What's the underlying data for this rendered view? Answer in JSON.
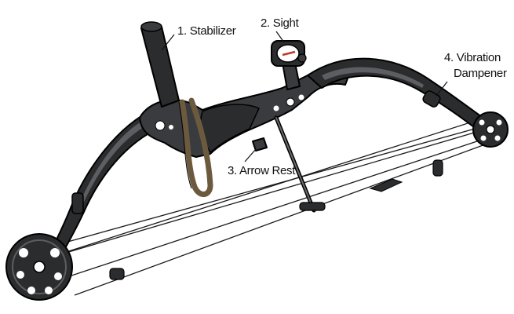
{
  "labels": {
    "stabilizer": "1. Stabilizer",
    "sight": "2. Sight",
    "arrow_rest": "3. Arrow Rest",
    "vibration_dampener_line1": "4. Vibration",
    "vibration_dampener_line2": "Dampener"
  },
  "colors": {
    "limb": "#2b2c2e",
    "limb_highlight": "#5c5e62",
    "riser": "#3a3b3e",
    "sling": "#6b5a3e",
    "sight_accent": "#c0392b",
    "string": "#1a1a1a",
    "background": "#ffffff"
  }
}
